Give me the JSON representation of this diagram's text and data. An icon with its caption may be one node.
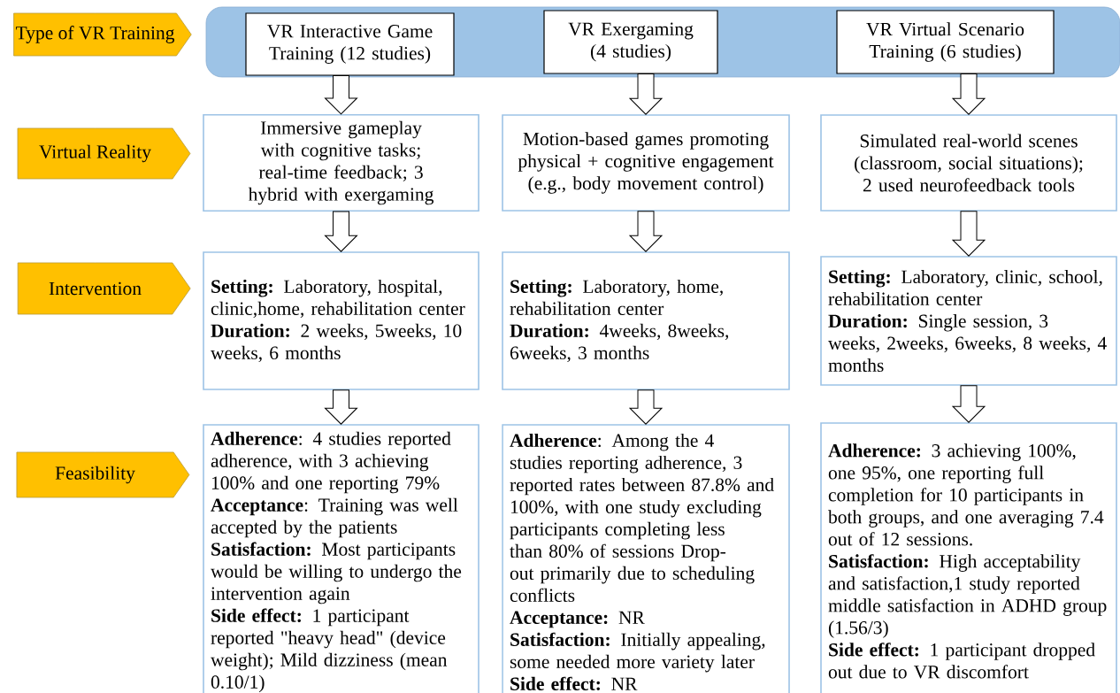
{
  "diagram": {
    "nodes": [
      {
        "text": [
          "Type of VR Training"
        ]
      },
      {
        "text": [],
        "shape": "box"
      },
      {
        "text": [
          "VR Interactive Game Training (12 studies)"
        ],
        "in": 1
      },
      {
        "text": [
          "VR Exergaming (4 studies)"
        ],
        "in": 1
      },
      {
        "text": [
          "VR Virtual Scenario Training (6 studies)"
        ],
        "in": 1
      },
      {
        "text": [
          "Virtual Reality"
        ]
      },
      {
        "text": [
          "Immersive gameplay with cognitive tasks; real-time feedback; 3 hybrid with exergaming"
        ]
      },
      {
        "text": [
          "Motion-based games promoting physical + cognitive engagement (e.g., body movement control)"
        ]
      },
      {
        "text": [
          "Simulated real-world scenes (classroom, social situations); 2 used neurofeedback tools"
        ]
      },
      {
        "text": [
          "Intervention"
        ]
      },
      {
        "text": [
          "**Setting:** Laboratory, hospital, clinic,home, rehabilitation center",
          "**Duration:** 2 weeks, 5weeks, 10 weeks, 6 months"
        ]
      },
      {
        "text": [
          "**Setting:** Laboratory, home, rehabilitation center",
          "**Duration:** 4weeks, 8weeks, 6weeks, 3 months"
        ]
      },
      {
        "text": [
          "**Setting:** Laboratory, clinic, school, rehabilitation center",
          "**Duration:** Single session, 3 weeks, 2weeks, 6weeks, 8 weeks, 4 months"
        ]
      },
      {
        "text": [
          "Feasibility"
        ]
      },
      {
        "text": [
          "**Adherence**: 4 studies reported adherence, with 3 achieving 100% and one reporting 79%",
          "**Acceptance**: Training was well accepted by the patients",
          "**Satisfaction:** Most participants would be willing to undergo the intervention again",
          "**Side effect:** 1 participant reported \"heavy head\" (device weight); Mild dizziness (mean 0.10/1)"
        ]
      },
      {
        "text": [
          "**Adherence**: Among the 4 studies reporting adherence, 3 reported rates between 87.8% and 100%, with one study excluding participants completing less than 80% of sessions Drop-out primarily due to scheduling conflicts",
          "**Acceptance:** NR",
          "**Satisfaction:**  Initially appealing, some needed more variety later",
          "**Side effect:** NR"
        ]
      },
      {
        "text": [
          "**Adherence:** 3 achieving 100%, one 95%, one reporting full completion for 10 participants in both groups, and one averaging 7.4 out of 12 sessions.",
          "**Satisfaction:** High acceptability and satisfaction,1 study reported middle satisfaction in ADHD group (1.56/3)",
          "**Side effect:** 1 participant dropped out due to VR discomfort"
        ]
      }
    ],
    "edges": [
      {
        "from": 2,
        "to": 6,
        "arrow": "to"
      },
      {
        "from": 3,
        "to": 7,
        "arrow": "to"
      },
      {
        "from": 4,
        "to": 8,
        "arrow": "to"
      },
      {
        "from": 6,
        "to": 10,
        "arrow": "to"
      },
      {
        "from": 7,
        "to": 11,
        "arrow": "to"
      },
      {
        "from": 8,
        "to": 12,
        "arrow": "to"
      },
      {
        "from": 10,
        "to": 14,
        "arrow": "to"
      },
      {
        "from": 11,
        "to": 15,
        "arrow": "to"
      },
      {
        "from": 12,
        "to": 16,
        "arrow": "to"
      }
    ]
  }
}
